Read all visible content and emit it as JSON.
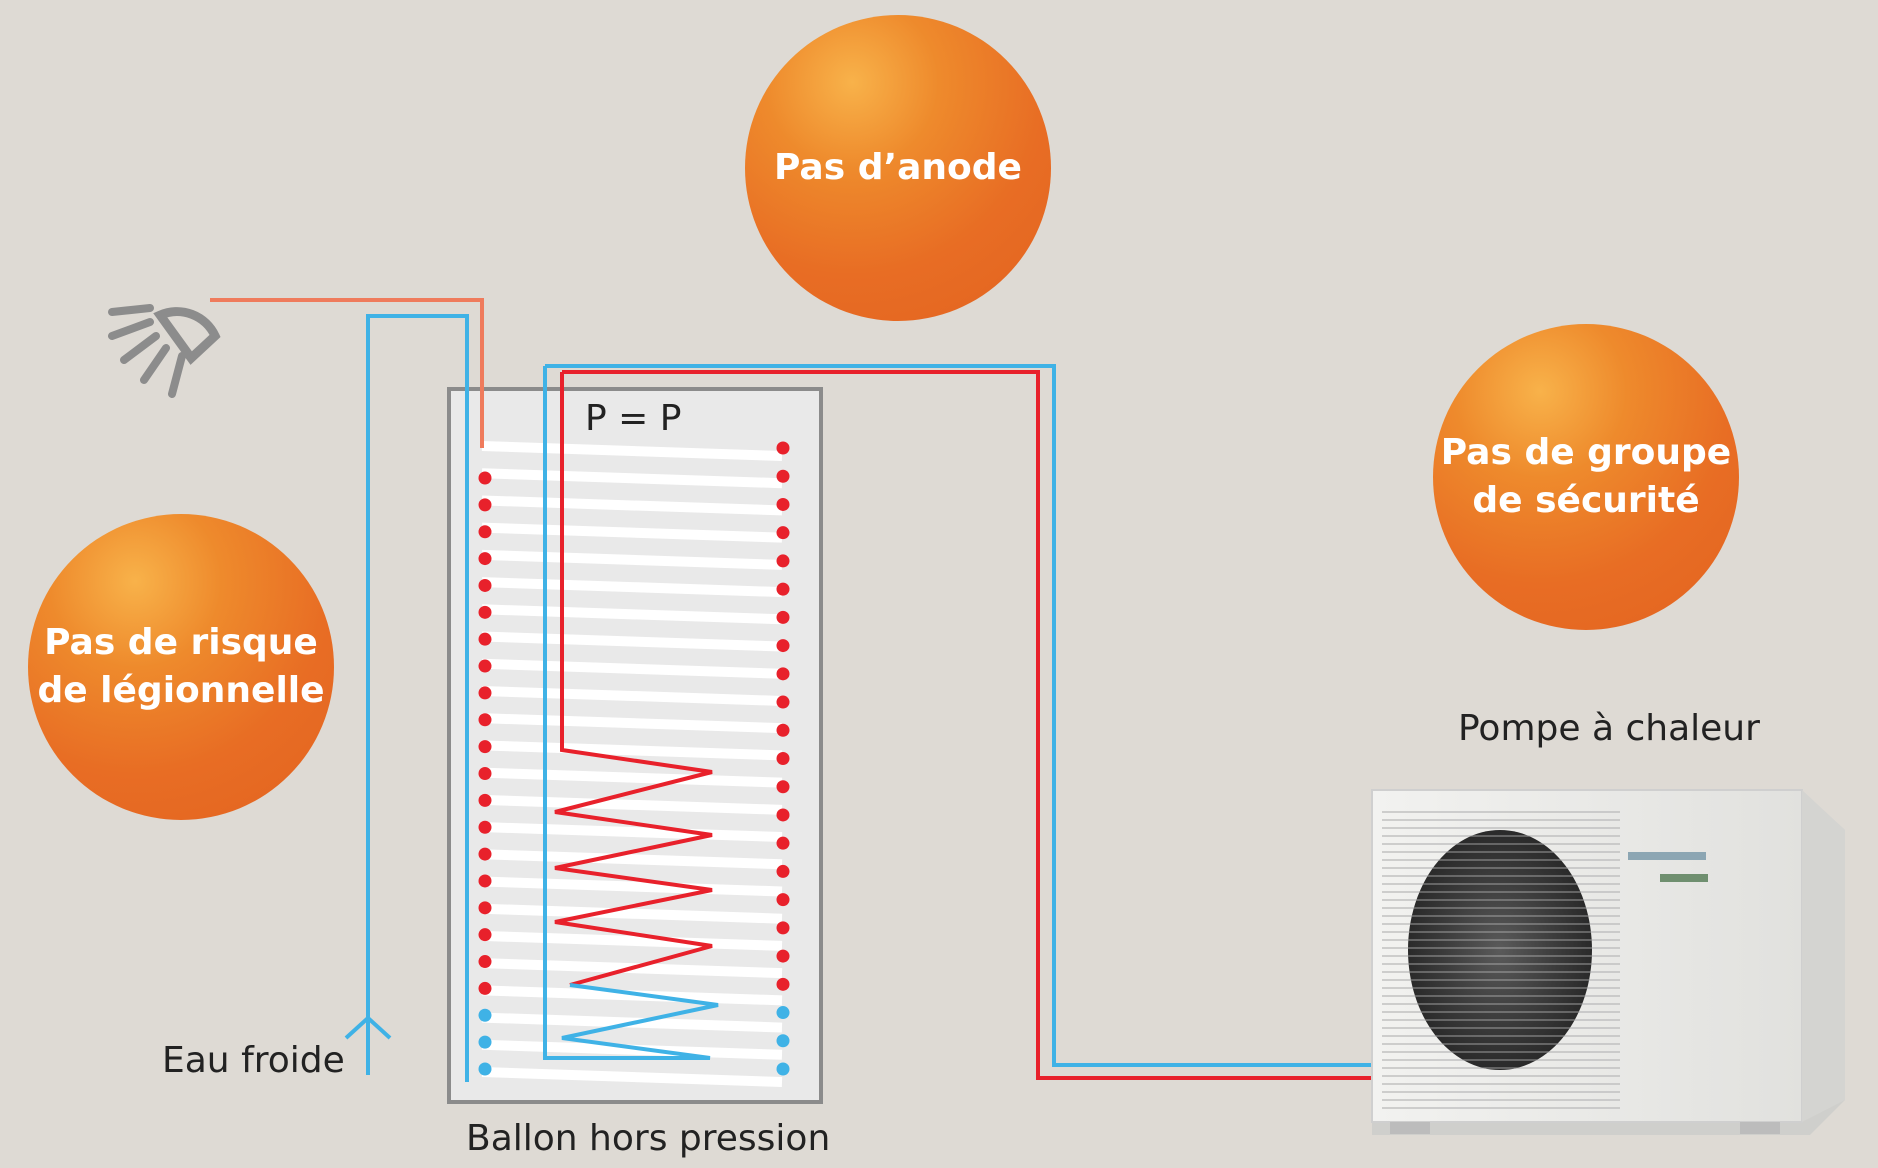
{
  "bubbles": {
    "anode": [
      "Pas d’anode"
    ],
    "groupe": [
      "Pas de groupe",
      "de sécurité"
    ],
    "legionnelle": [
      "Pas de risque",
      "de légionnelle"
    ]
  },
  "labels": {
    "pressure": "P = P",
    "heat_pump": "Pompe à chaleur",
    "cold_water": "Eau froide",
    "tank": "Ballon hors pression"
  },
  "colors": {
    "hot": "#e8212b",
    "cold": "#3fb2e6",
    "hot_outlet": "#ef7b5c",
    "tank_frame": "#8b8b8b",
    "bubble": "#e8732a",
    "background": "#dedad4"
  },
  "icons": {
    "shower": "shower-head-icon",
    "inlet": "arrow-up-icon",
    "heat_pump": "heat-pump-unit-icon"
  }
}
